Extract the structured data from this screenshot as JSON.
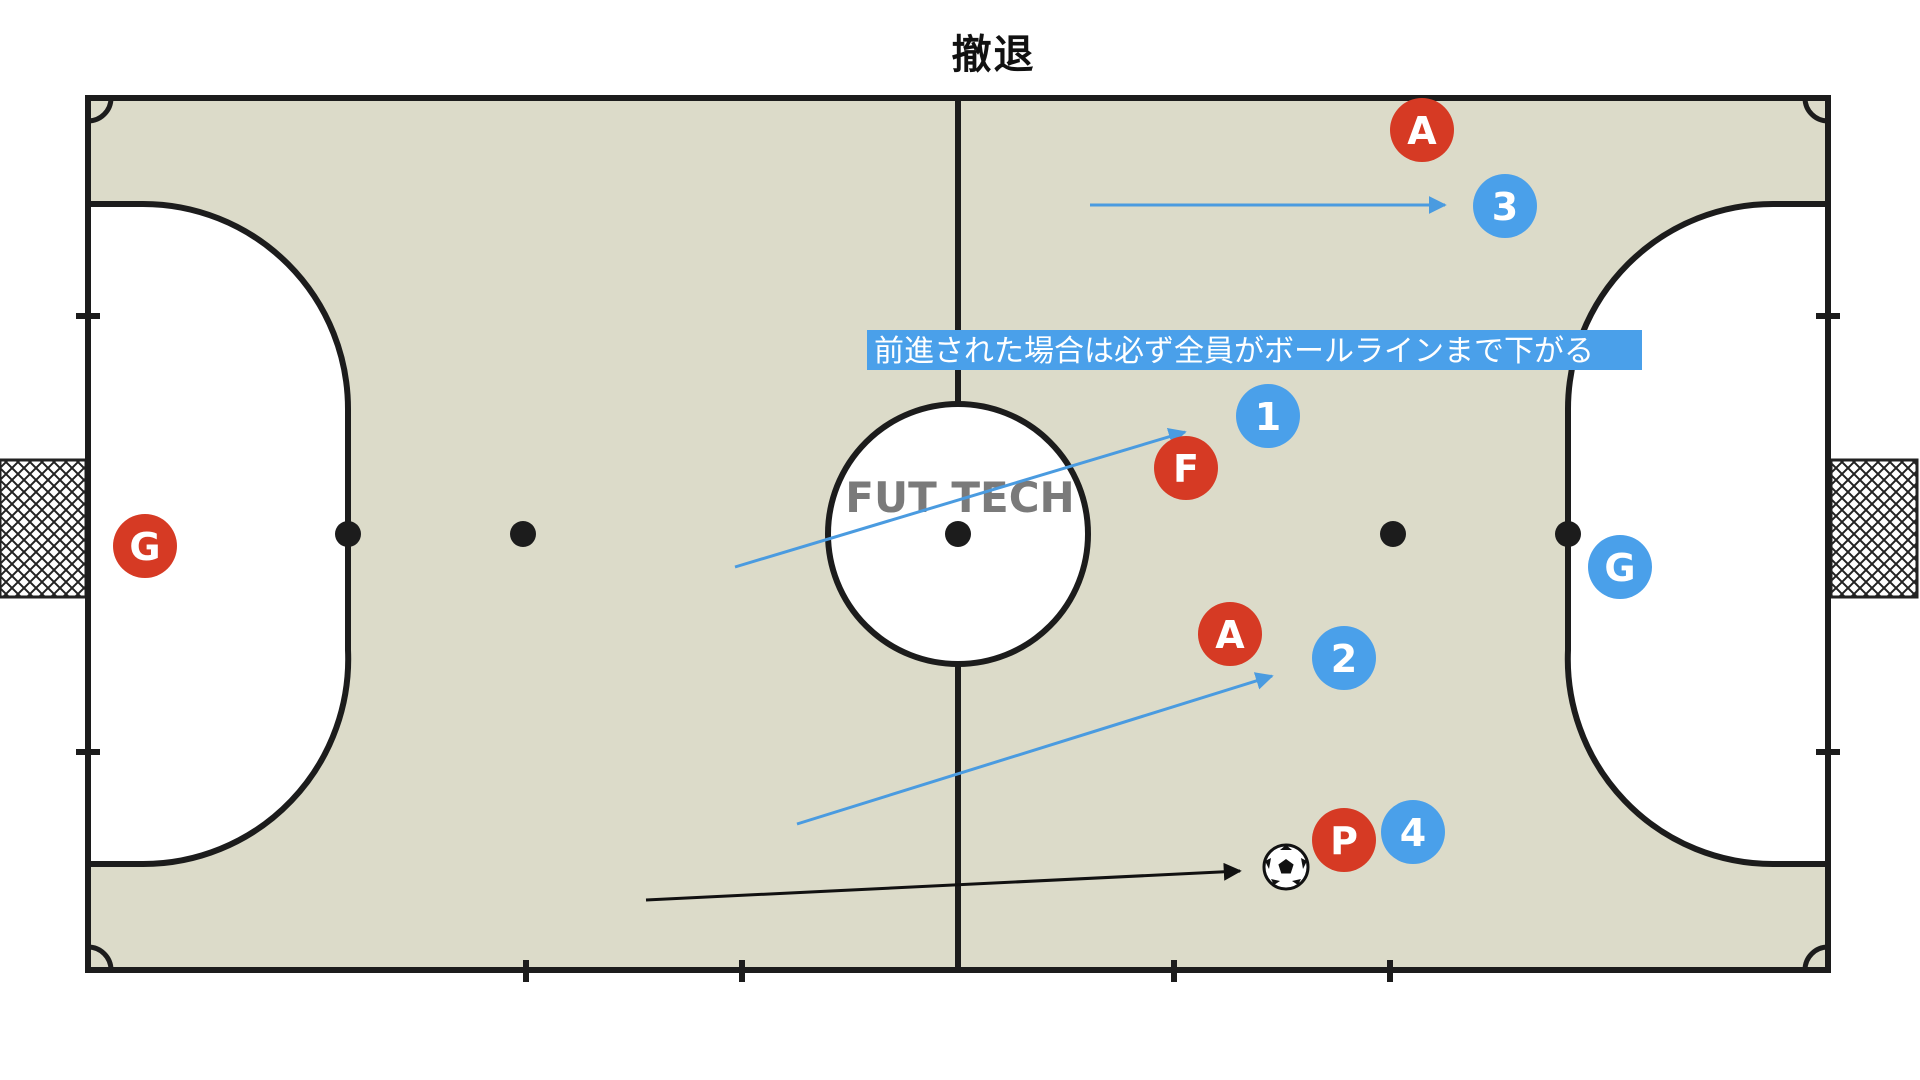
{
  "title": "撤退",
  "watermark": "FUT TECH",
  "instruction": "前進された場合は必ず全員がボールラインまで下がる",
  "colors": {
    "court_fill": "#dcdbc9",
    "court_line": "#1c1c1c",
    "penalty_area": "#ffffff",
    "team_red": "#d63a24",
    "team_blue": "#4aa0ea",
    "instruction_bg": "#4aa0ea",
    "ball_arrow": "#111111",
    "run_arrow": "#4a9be0"
  },
  "players": {
    "red_goalkeeper": "G",
    "red_a_top": "A",
    "red_f": "F",
    "red_a_mid": "A",
    "red_p": "P",
    "blue_3": "3",
    "blue_1": "1",
    "blue_goalkeeper": "G",
    "blue_2": "2",
    "blue_4": "4"
  },
  "icons": {
    "ball": "soccer-ball-icon",
    "goal_net": "goal-net-icon"
  }
}
